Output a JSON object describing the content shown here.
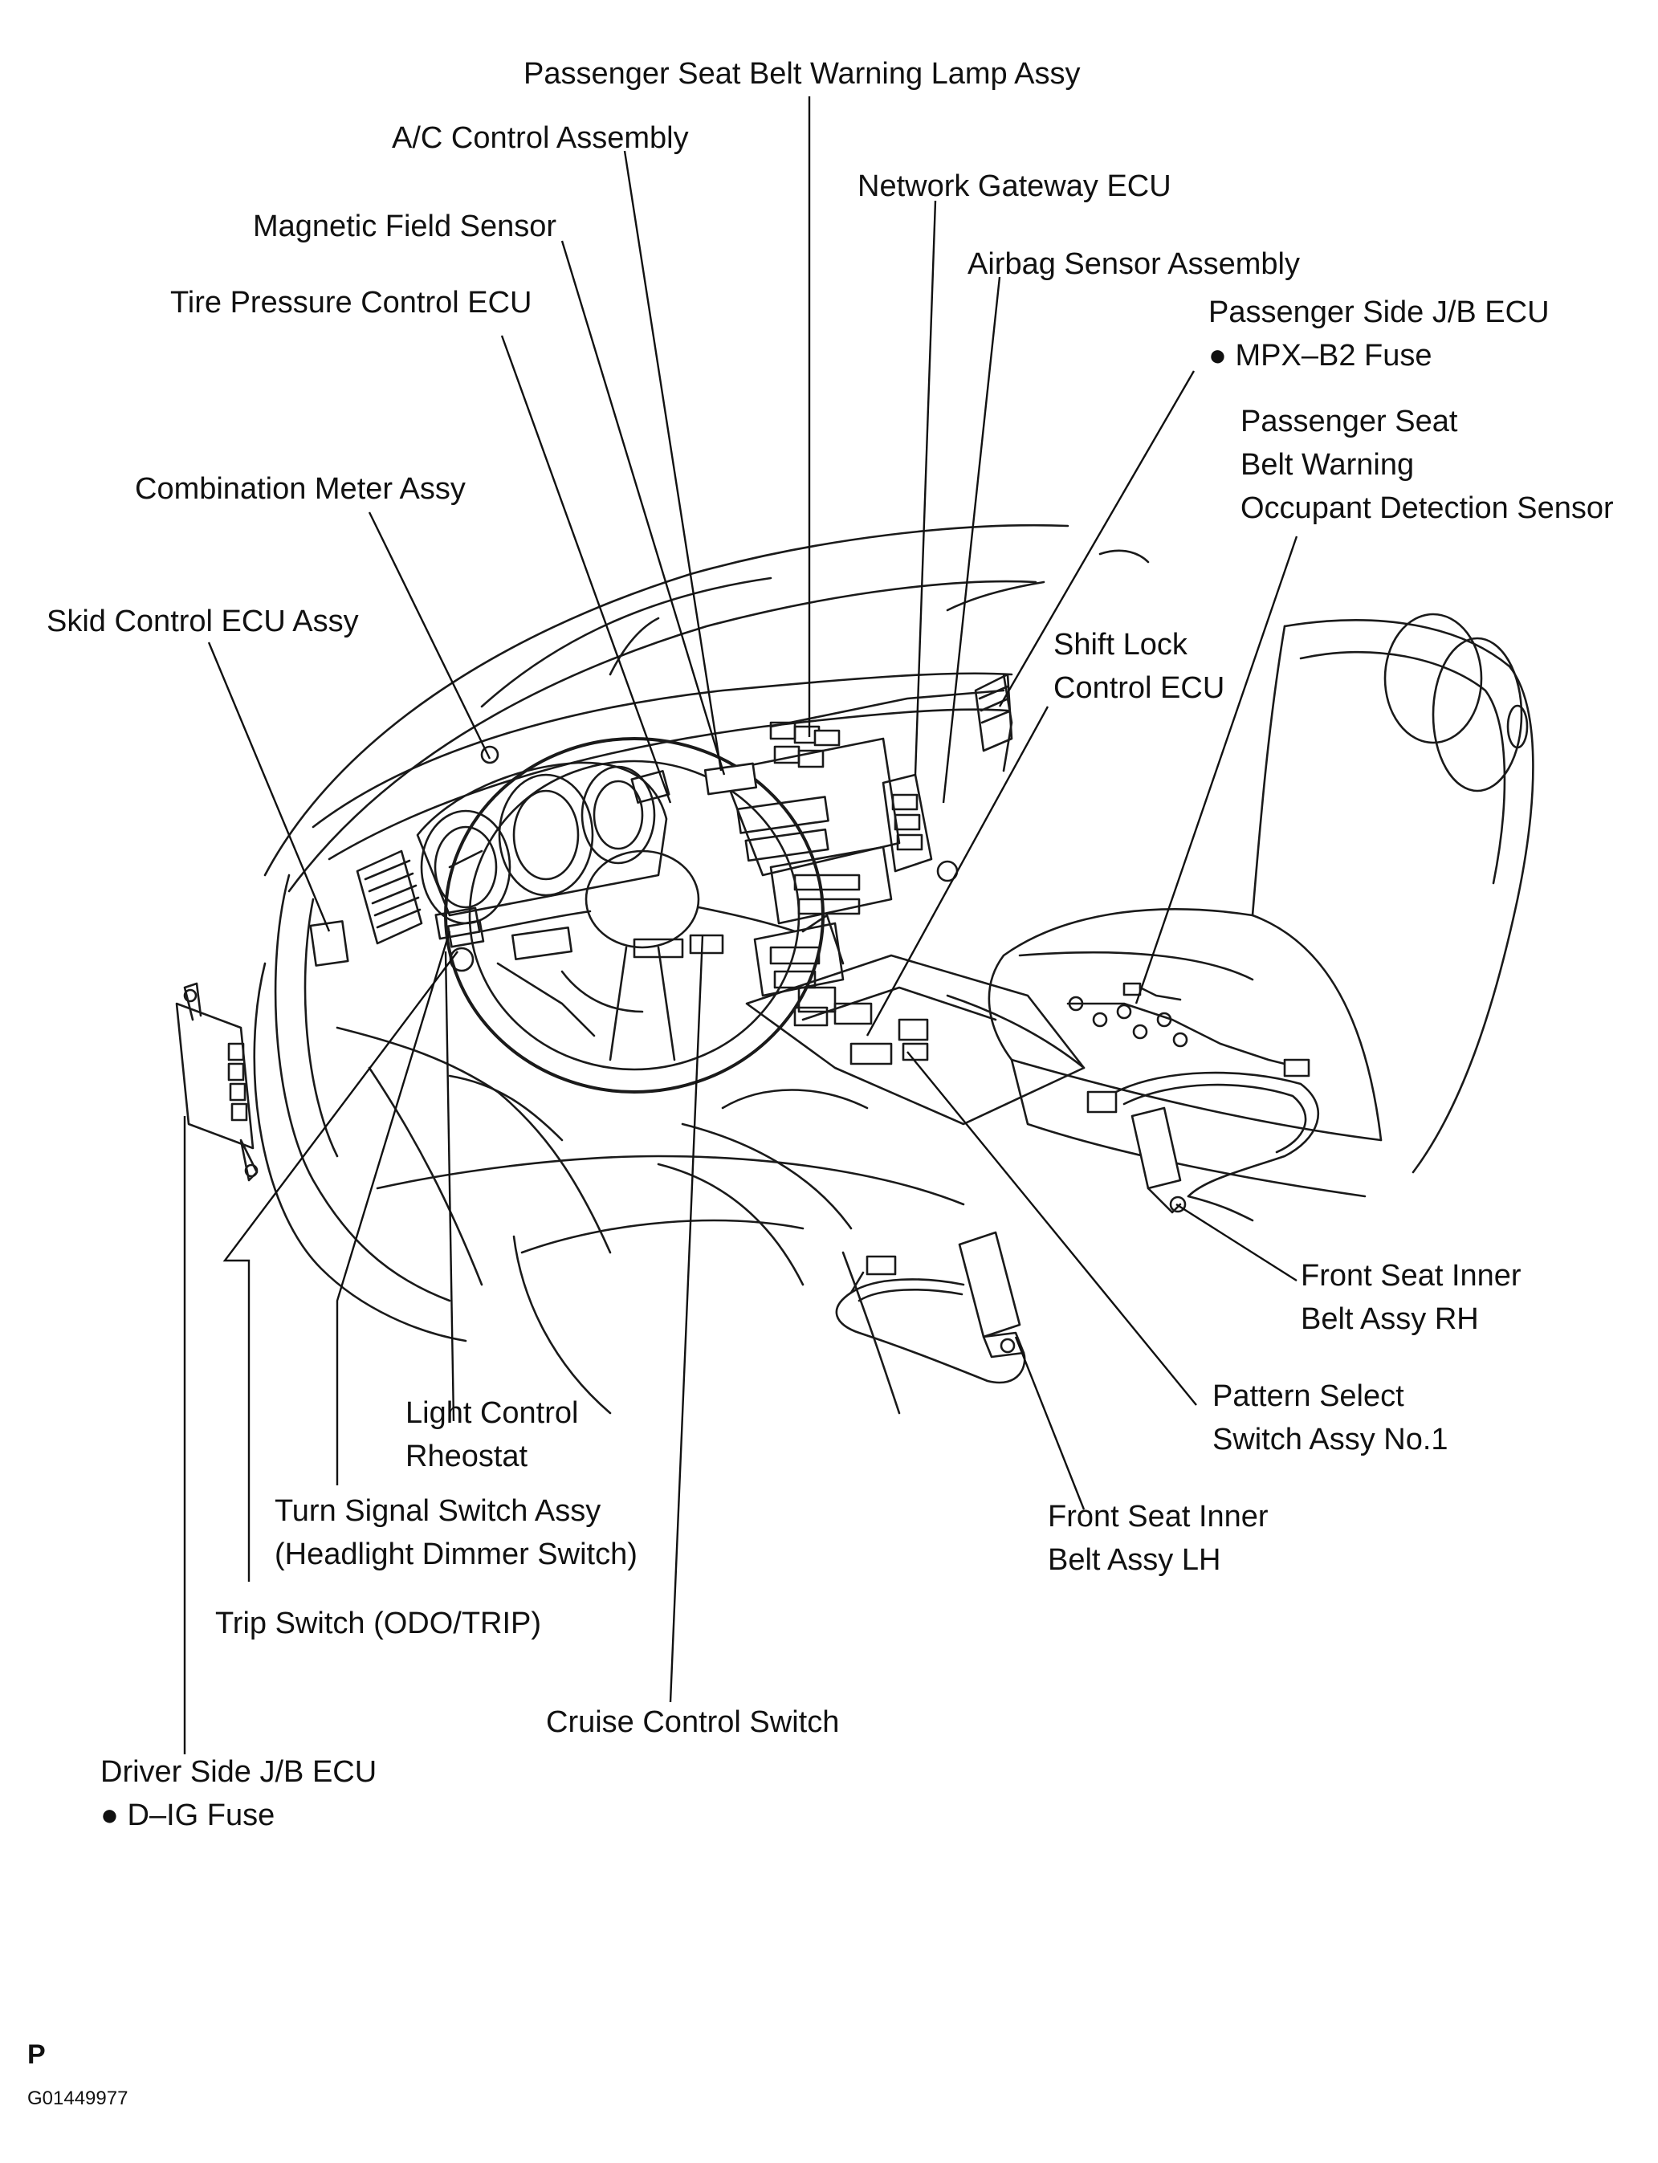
{
  "labels": {
    "passenger_seat_belt_warning_lamp": "Passenger Seat Belt Warning Lamp Assy",
    "ac_control": "A/C Control Assembly",
    "network_gateway": "Network Gateway ECU",
    "magnetic_field_sensor": "Magnetic Field Sensor",
    "airbag_sensor": "Airbag Sensor Assembly",
    "tire_pressure_ecu": "Tire Pressure Control ECU",
    "passenger_side_jb_ecu": [
      "Passenger Side J/B ECU",
      "● MPX–B2 Fuse"
    ],
    "passenger_seat_belt_warning_sensor": [
      "Passenger Seat",
      "Belt Warning",
      "Occupant Detection Sensor"
    ],
    "combination_meter": "Combination Meter Assy",
    "skid_control_ecu": "Skid Control ECU Assy",
    "shift_lock_ecu": [
      "Shift Lock",
      "Control ECU"
    ],
    "front_seat_inner_belt_rh": [
      "Front Seat Inner",
      "Belt Assy RH"
    ],
    "light_control_rheostat": [
      "Light Control",
      "Rheostat"
    ],
    "pattern_select_switch": [
      "Pattern Select",
      "Switch Assy No.1"
    ],
    "turn_signal_switch": [
      "Turn Signal Switch Assy",
      "(Headlight Dimmer Switch)"
    ],
    "front_seat_inner_belt_lh": [
      "Front Seat Inner",
      "Belt Assy LH"
    ],
    "trip_switch": "Trip Switch (ODO/TRIP)",
    "cruise_control_switch": "Cruise Control Switch",
    "driver_side_jb_ecu": [
      "Driver Side J/B ECU",
      "● D–IG Fuse"
    ]
  },
  "footer": {
    "mark": "P",
    "figure_id": "G01449977"
  }
}
